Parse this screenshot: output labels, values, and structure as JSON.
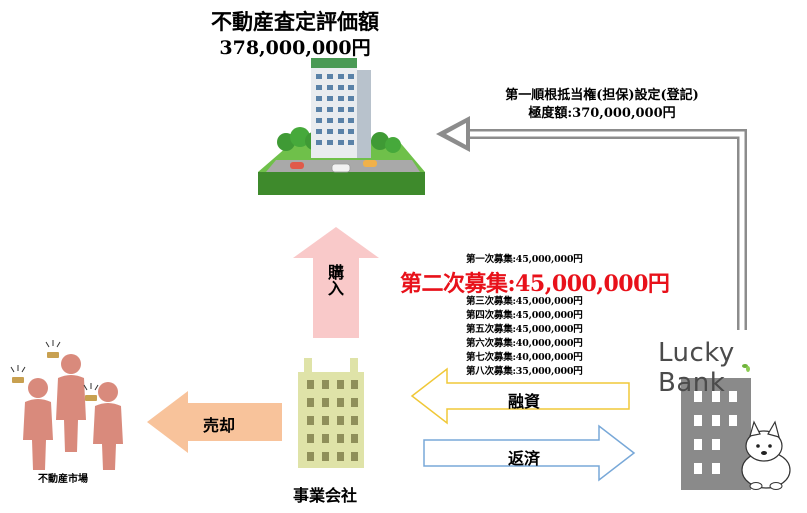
{
  "valuation": {
    "title": "不動産査定評価額",
    "amount": "378,000,000円"
  },
  "mortgage": {
    "line1": "第一順根抵当権(担保)設定(登記)",
    "line2": "極度額:370,000,000円"
  },
  "fundraising": {
    "round1": "第一次募集:45,000,000円",
    "highlight": "第二次募集:45,000,000円",
    "rounds": [
      "第三次募集:45,000,000円",
      "第四次募集:45,000,000円",
      "第五次募集:45,000,000円",
      "第六次募集:40,000,000円",
      "第七次募集:40,000,000円",
      "第八次募集:35,000,000円"
    ]
  },
  "arrows": {
    "purchase": "購入",
    "sale": "売却",
    "financing": "融資",
    "repayment": "返済"
  },
  "labels": {
    "market": "不動産市場",
    "company": "事業会社",
    "bank": "Lucky Bank"
  },
  "colors": {
    "highlight": "#e8111a",
    "purchase_arrow": "#f9c9c9",
    "sale_arrow": "#f8c39b",
    "financing_border": "#f0c838",
    "repayment_border": "#78a8d8",
    "mortgage_arrow": "#8c8c8c",
    "company_building": "#dfe3a8",
    "bank_building": "#8a8a8a",
    "people": "#d98a7c"
  }
}
